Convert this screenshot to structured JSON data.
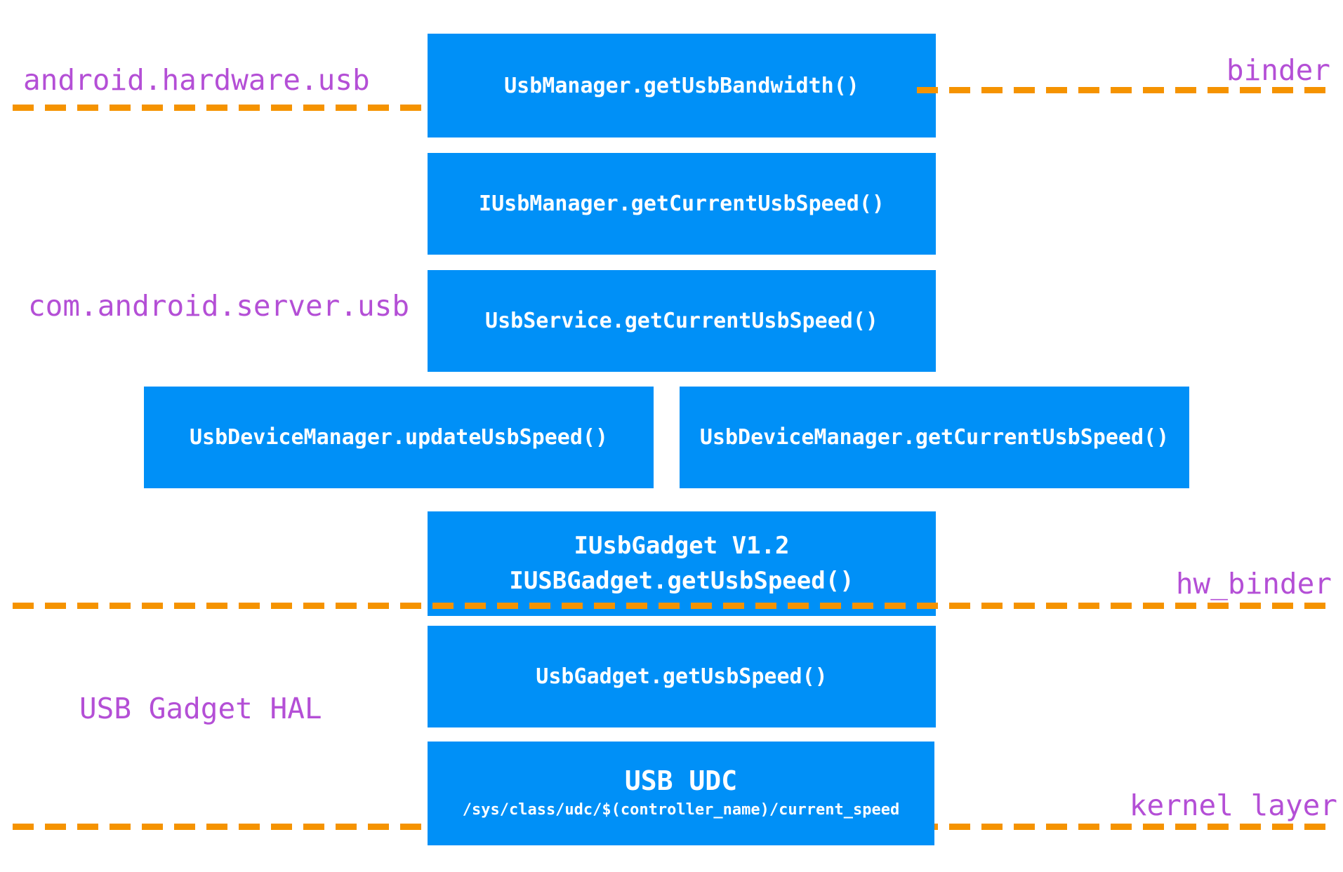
{
  "diagram": {
    "title_hint": "Android USB speed query stack",
    "colors": {
      "box_fill": "#0090f7",
      "box_text": "#ffffff",
      "layer_label": "#b44fd6",
      "boundary_line": "#f59300",
      "background": "#ffffff"
    },
    "layer_labels": {
      "android_hardware_usb": "android.hardware.usb",
      "binder": "binder",
      "com_android_server_usb": "com.android.server.usb",
      "hw_binder": "hw_binder",
      "usb_gadget_hal": "USB Gadget HAL",
      "kernel_layer": "kernel layer"
    },
    "boxes": {
      "usb_manager": "UsbManager.getUsbBandwidth()",
      "iusb_manager": "IUsbManager.getCurrentUsbSpeed()",
      "usb_service": "UsbService.getCurrentUsbSpeed()",
      "usb_device_manager_update": "UsbDeviceManager.updateUsbSpeed()",
      "usb_device_manager_get": "UsbDeviceManager.getCurrentUsbSpeed()",
      "iusb_gadget_version": "IUsbGadget V1.2",
      "iusb_gadget_call": "IUSBGadget.getUsbSpeed()",
      "usb_gadget": "UsbGadget.getUsbSpeed()",
      "usb_udc_title": "USB UDC",
      "usb_udc_path": "/sys/class/udc/$(controller_name)/current_speed"
    }
  }
}
